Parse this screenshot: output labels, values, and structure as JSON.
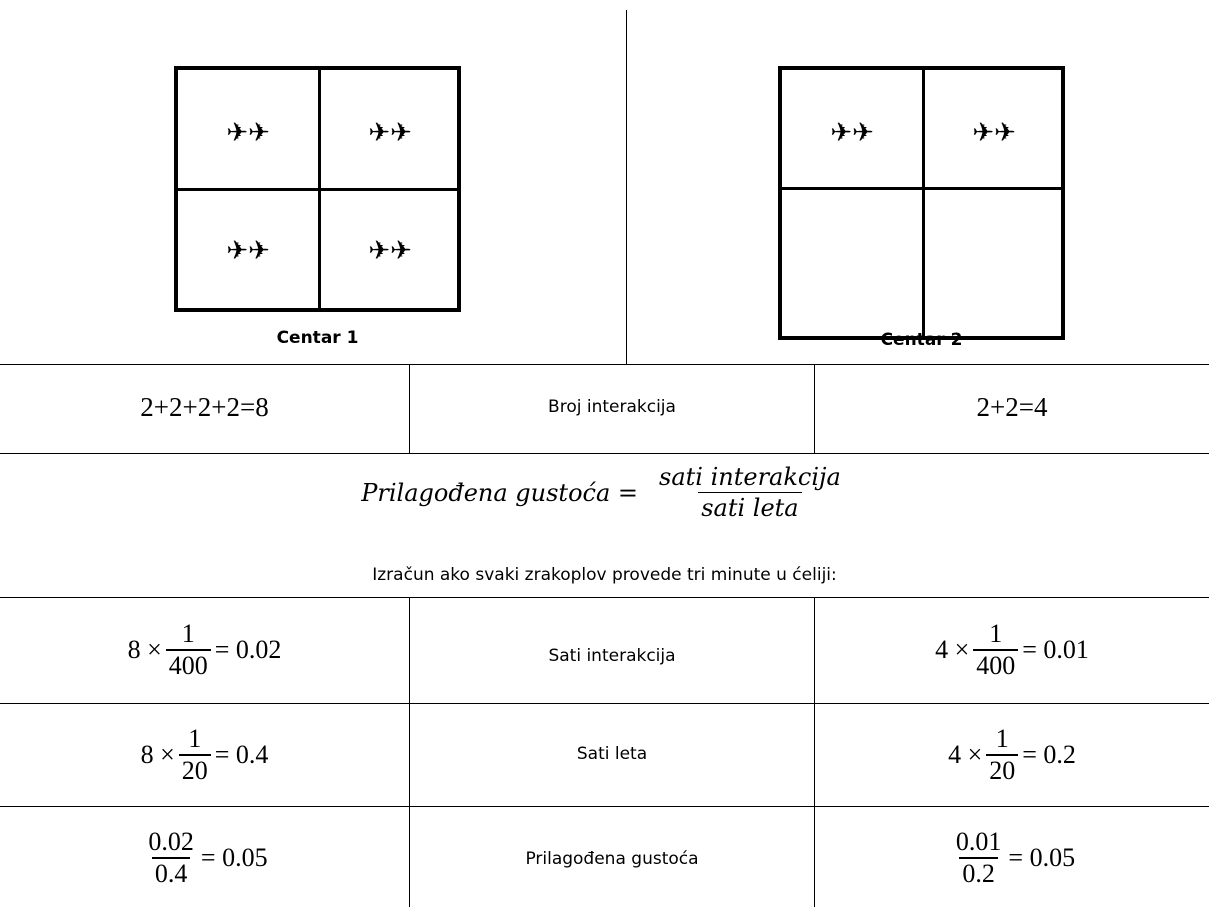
{
  "centers": [
    {
      "caption": "Centar 1",
      "cells": [
        "✈✈",
        "✈✈",
        "✈✈",
        "✈✈"
      ]
    },
    {
      "caption": "Centar 2",
      "cells": [
        "✈✈",
        "✈✈",
        "",
        ""
      ]
    }
  ],
  "interactions_row": {
    "left": "2+2+2+2=8",
    "label": "Broj interakcija",
    "right": "2+2=4"
  },
  "formula": {
    "lhs": "Prilagođena gustoća =",
    "numerator": "sati interakcija",
    "denominator": "sati leta"
  },
  "note": "Izračun ako svaki zrakoplov provede tri minute u ćeliji:",
  "rows": [
    {
      "label": "Sati interakcija",
      "left": {
        "pre": "8 ×",
        "num": "1",
        "den": "400",
        "post": "= 0.02"
      },
      "right": {
        "pre": "4 ×",
        "num": "1",
        "den": "400",
        "post": "= 0.01"
      }
    },
    {
      "label": "Sati leta",
      "left": {
        "pre": "8 ×",
        "num": "1",
        "den": "20",
        "post": "= 0.4"
      },
      "right": {
        "pre": "4 ×",
        "num": "1",
        "den": "20",
        "post": "= 0.2"
      }
    },
    {
      "label": "Prilagođena gustoća",
      "left": {
        "pre": "",
        "num": "0.02",
        "den": "0.4",
        "post": "= 0.05"
      },
      "right": {
        "pre": "",
        "num": "0.01",
        "den": "0.2",
        "post": "= 0.05"
      }
    }
  ]
}
